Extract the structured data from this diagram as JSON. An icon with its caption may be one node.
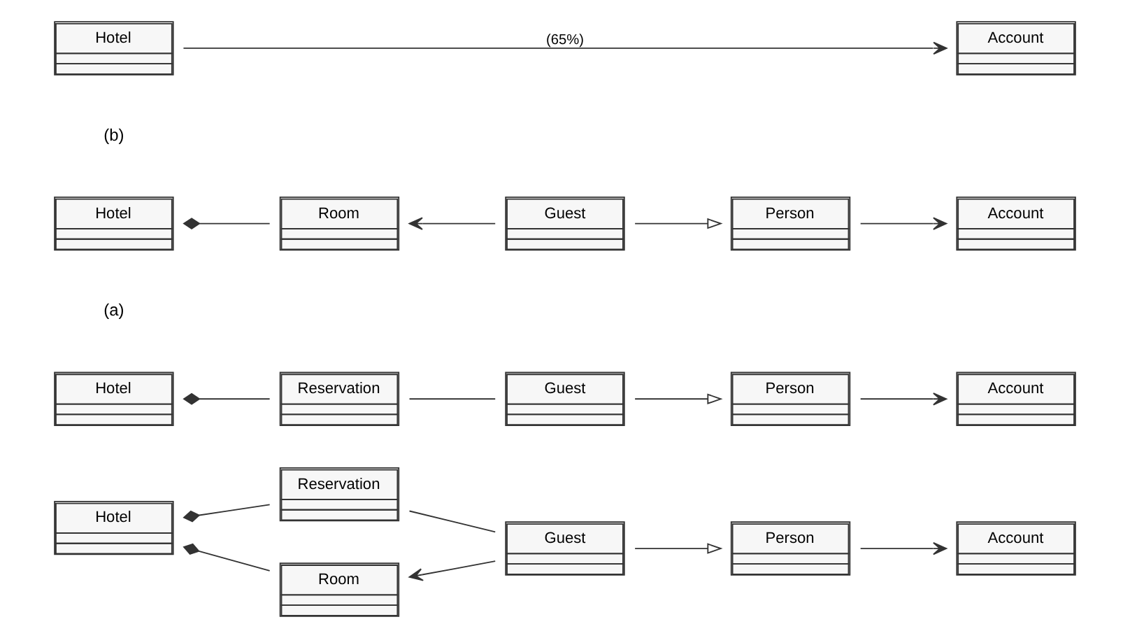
{
  "diagram": {
    "nodes": [
      {
        "text": [
          "Hotel"
        ]
      },
      {
        "text": [
          "Reservation"
        ]
      },
      {
        "text": [
          "Room"
        ]
      },
      {
        "text": [
          "Guest"
        ]
      },
      {
        "text": [
          "Person"
        ]
      },
      {
        "text": [
          "Account"
        ]
      },
      {
        "text": [
          "Hotel"
        ]
      },
      {
        "text": [
          "Reservation"
        ]
      },
      {
        "text": [
          "Guest"
        ]
      },
      {
        "text": [
          "Person"
        ]
      },
      {
        "text": [
          "Account"
        ]
      },
      {
        "text": [
          "Hotel"
        ]
      },
      {
        "text": [
          "Room"
        ]
      },
      {
        "text": [
          "Guest"
        ]
      },
      {
        "text": [
          "Person"
        ]
      },
      {
        "text": [
          "Account"
        ]
      },
      {
        "text": [
          "Hotel"
        ]
      },
      {
        "text": [
          "Account"
        ]
      }
    ],
    "edges": [
      {
        "from": 0,
        "to": 1,
        "arrow": "other"
      },
      {
        "from": 0,
        "to": 2,
        "arrow": "other"
      },
      {
        "from": 1,
        "to": 3,
        "arrow": "none"
      },
      {
        "from": 3,
        "to": 2,
        "arrow": "to"
      },
      {
        "from": 3,
        "to": 4,
        "arrow": "to"
      },
      {
        "from": 4,
        "to": 5,
        "arrow": "to"
      },
      {
        "from": 6,
        "to": 7,
        "arrow": "other"
      },
      {
        "from": 7,
        "to": 8,
        "arrow": "none"
      },
      {
        "from": 8,
        "to": 9,
        "arrow": "to"
      },
      {
        "from": 9,
        "to": 10,
        "arrow": "to"
      },
      {
        "from": 11,
        "to": 12,
        "arrow": "other"
      },
      {
        "from": 13,
        "to": 12,
        "arrow": "to"
      },
      {
        "from": 13,
        "to": 14,
        "arrow": "to"
      },
      {
        "from": 14,
        "to": 15,
        "arrow": "to"
      },
      {
        "from": 16,
        "to": 17,
        "arrow": "to",
        "label": "(65%)"
      }
    ],
    "labels": [
      "(a)",
      "(b)"
    ]
  }
}
